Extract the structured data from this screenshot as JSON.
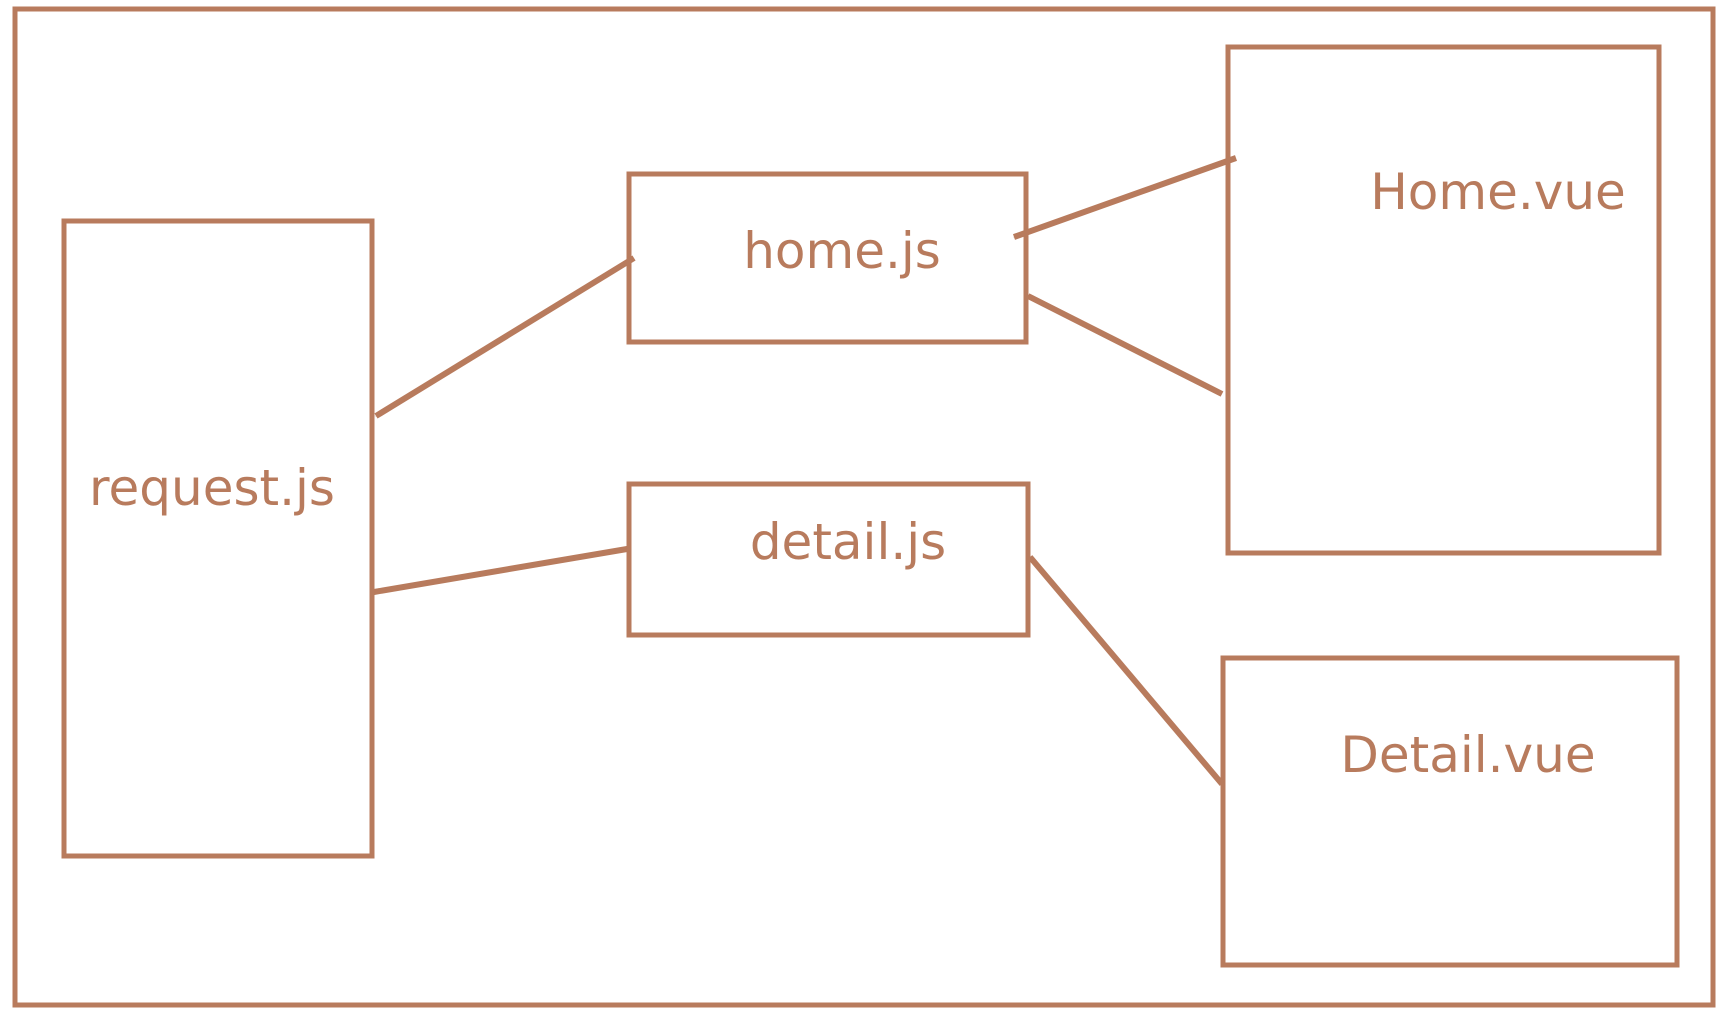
{
  "colors": {
    "stroke": "#b87b5d",
    "text": "#b87b5d",
    "background": "#ffffff"
  },
  "nodes": {
    "request_js": "request.js",
    "home_js": "home.js",
    "detail_js": "detail.js",
    "home_vue": "Home.vue",
    "detail_vue": "Detail.vue"
  }
}
